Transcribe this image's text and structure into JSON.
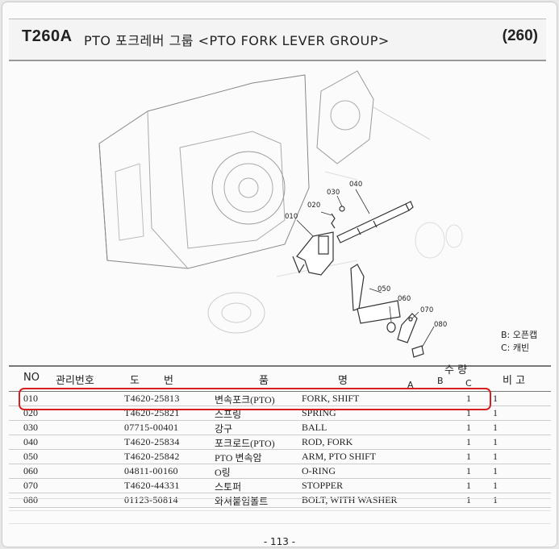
{
  "header": {
    "code": "T260A",
    "title": "PTO 포크레버 그룹 <PTO FORK LEVER GROUP>",
    "page_ref": "(260)"
  },
  "diagram": {
    "callouts": [
      "010",
      "020",
      "030",
      "040",
      "050",
      "060",
      "070",
      "080"
    ]
  },
  "legend": {
    "b": "B: 오픈캡",
    "c": "C: 캐빈"
  },
  "table": {
    "headers": {
      "no": "NO",
      "mgmt": "관리번호",
      "do": "도",
      "beon": "번",
      "pum": "품",
      "myeong": "명",
      "qty": "수 량",
      "a": "A",
      "b": "B",
      "c": "C",
      "bigo": "비 고"
    },
    "rows": [
      {
        "no": "010",
        "part": "T4620-25813",
        "kr": "변속포크(PTO)",
        "en": "FORK, SHIFT",
        "b": "1",
        "c": "1"
      },
      {
        "no": "020",
        "part": "T4620-25821",
        "kr": "스프링",
        "en": "SPRING",
        "b": "1",
        "c": "1"
      },
      {
        "no": "030",
        "part": "07715-00401",
        "kr": "강구",
        "en": "BALL",
        "b": "1",
        "c": "1"
      },
      {
        "no": "040",
        "part": "T4620-25834",
        "kr": "포크로드(PTO)",
        "en": "ROD, FORK",
        "b": "1",
        "c": "1"
      },
      {
        "no": "050",
        "part": "T4620-25842",
        "kr": "PTO 변속암",
        "en": "ARM, PTO SHIFT",
        "b": "1",
        "c": "1"
      },
      {
        "no": "060",
        "part": "04811-00160",
        "kr": "O링",
        "en": "O-RING",
        "b": "1",
        "c": "1"
      },
      {
        "no": "070",
        "part": "T4620-44331",
        "kr": "스토퍼",
        "en": "STOPPER",
        "b": "1",
        "c": "1"
      },
      {
        "no": "080",
        "part": "01123-50814",
        "kr": "와셔붙임볼트",
        "en": "BOLT, WITH WASHER",
        "b": "1",
        "c": "1"
      }
    ]
  },
  "footer": {
    "page_number": "- 113 -"
  }
}
